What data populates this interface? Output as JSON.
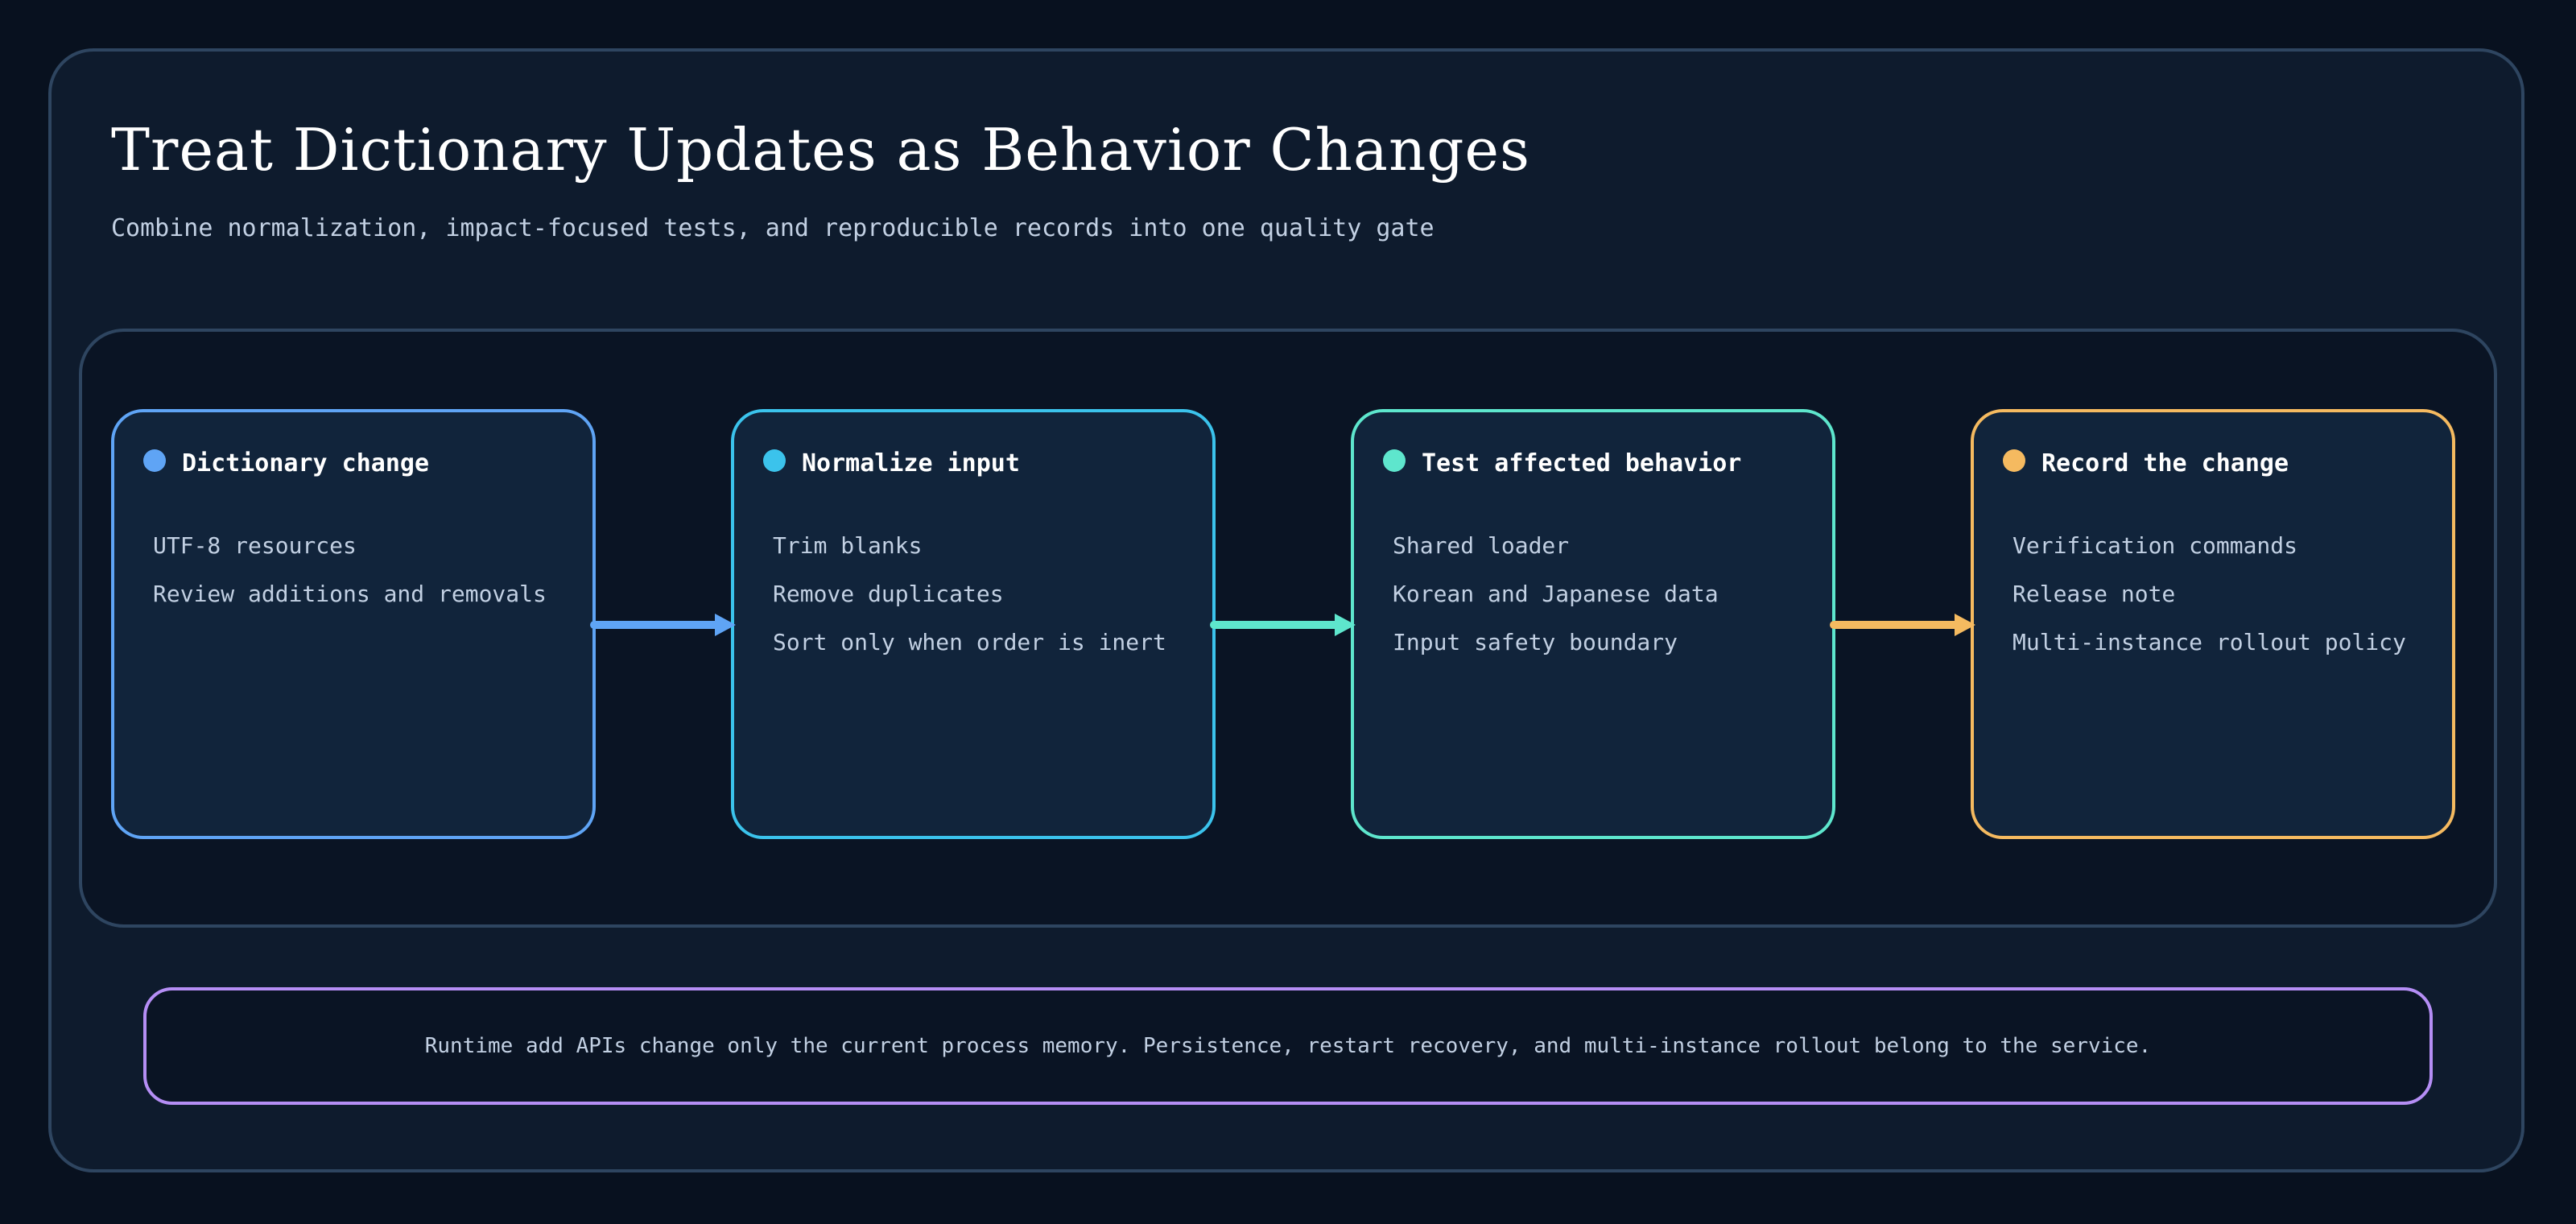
{
  "title": "Treat Dictionary Updates as Behavior Changes",
  "subtitle": "Combine normalization, impact-focused tests, and reproducible records into one quality gate",
  "steps": [
    {
      "title": "Dictionary change",
      "color": "#5fa4f5",
      "items": [
        "UTF-8 resources",
        "Review additions and removals"
      ]
    },
    {
      "title": "Normalize input",
      "color": "#3bc3ec",
      "items": [
        "Trim blanks",
        "Remove duplicates",
        "Sort only when order is inert"
      ]
    },
    {
      "title": "Test affected behavior",
      "color": "#5ee6cd",
      "items": [
        "Shared loader",
        "Korean and Japanese data",
        "Input safety boundary"
      ]
    },
    {
      "title": "Record the change",
      "color": "#f5ba60",
      "items": [
        "Verification commands",
        "Release note",
        "Multi-instance rollout policy"
      ]
    }
  ],
  "arrow_colors": [
    "#5fa4f5",
    "#5ee6cd",
    "#f5ba60"
  ],
  "note": {
    "text": "Runtime add APIs change only the current process memory. Persistence, restart recovery, and multi-instance rollout belong to the service.",
    "color": "#b58ef5"
  }
}
